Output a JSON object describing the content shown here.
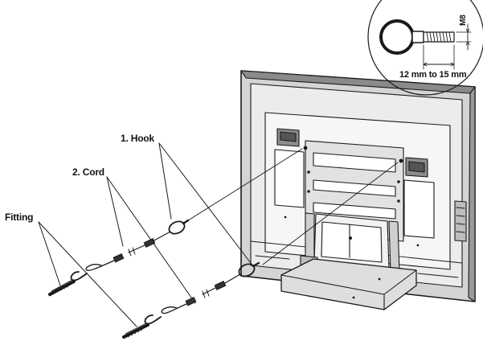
{
  "labels": {
    "hook": "1. Hook",
    "cord": "2. Cord",
    "fitting": "Fitting",
    "thread_size": "M8",
    "length_range": "12 mm to 15 mm"
  },
  "colors": {
    "line": "#1a1a1a",
    "screen_gray": "#b8b8b8",
    "panel_gray": "#dcdcdc",
    "background": "#ffffff"
  }
}
